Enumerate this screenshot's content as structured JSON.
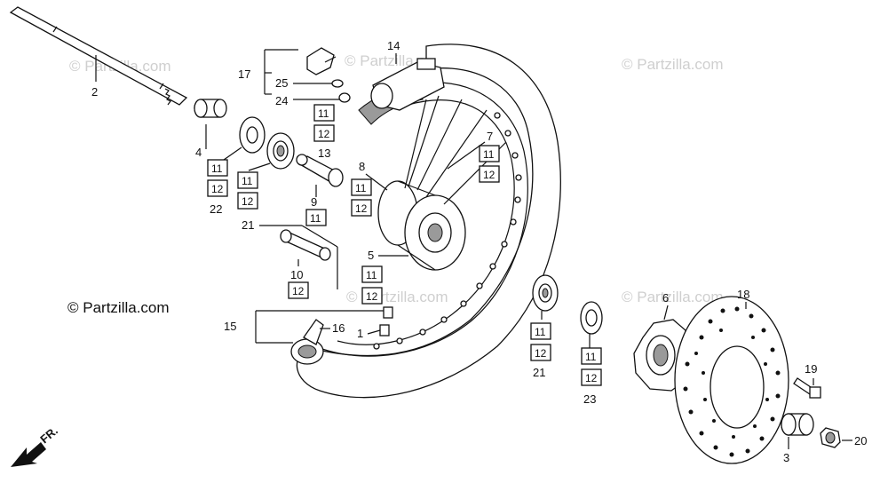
{
  "watermarks": [
    "© Partzilla.com",
    "© Partzilla.com",
    "© Partzilla.com",
    "© Partzilla.com",
    "© Partzilla.com"
  ],
  "copyright": "© Partzilla.com",
  "front_marker": "FR.",
  "parts": {
    "p1": "1",
    "p2": "2",
    "p3": "3",
    "p4": "4",
    "p5": "5",
    "p6": "6",
    "p7": "7",
    "p8": "8",
    "p9": "9",
    "p10": "10",
    "p13": "13",
    "p14": "14",
    "p15": "15",
    "p16": "16",
    "p17": "17",
    "p18": "18",
    "p19": "19",
    "p20": "20",
    "p21a": "21",
    "p21b": "21",
    "p22": "22",
    "p23": "23",
    "p24": "24",
    "p25": "25"
  },
  "boxed": {
    "b11": "11",
    "b12": "12"
  },
  "colors": {
    "line": "#111111",
    "watermark": "#cfcfcf",
    "background": "#ffffff"
  }
}
